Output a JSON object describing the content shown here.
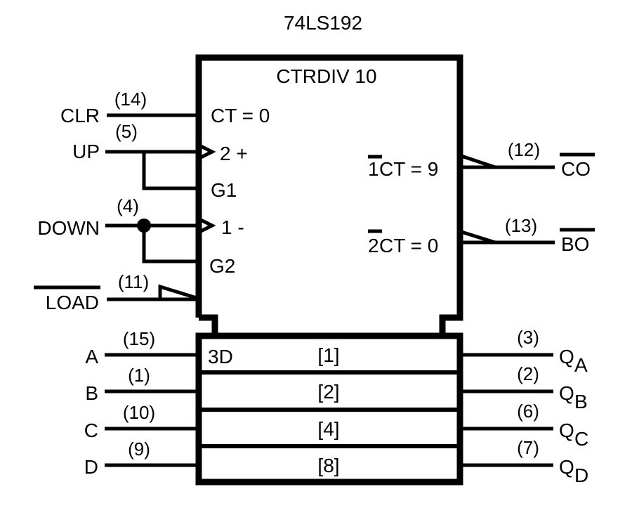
{
  "title": "74LS192",
  "block": {
    "name": "CTRDIV 10",
    "clear_label": "CT = 0",
    "up_label": "2 +",
    "g1_label": "G1",
    "down_label": "1 -",
    "g2_label": "G2",
    "co_condition_prefix": "1",
    "co_condition": "CT = 9",
    "bo_condition_prefix": "2",
    "bo_condition": "CT = 0",
    "load_label": "3D"
  },
  "inputs": {
    "clr": {
      "name": "CLR",
      "pin": "(14)"
    },
    "up": {
      "name": "UP",
      "pin": "(5)"
    },
    "down": {
      "name": "DOWN",
      "pin": "(4)"
    },
    "load": {
      "name": "LOAD",
      "pin": "(11)",
      "active_low": true
    }
  },
  "outputs": {
    "co": {
      "name": "CO",
      "pin": "(12)",
      "active_low": true
    },
    "bo": {
      "name": "BO",
      "pin": "(13)",
      "active_low": true
    }
  },
  "data_rows": [
    {
      "input": "A",
      "input_pin": "(15)",
      "weight": "[1]",
      "output": "Q",
      "output_sub": "A",
      "output_pin": "(3)"
    },
    {
      "input": "B",
      "input_pin": "(1)",
      "weight": "[2]",
      "output": "Q",
      "output_sub": "B",
      "output_pin": "(2)"
    },
    {
      "input": "C",
      "input_pin": "(10)",
      "weight": "[4]",
      "output": "Q",
      "output_sub": "C",
      "output_pin": "(6)"
    },
    {
      "input": "D",
      "input_pin": "(9)",
      "weight": "[8]",
      "output": "Q",
      "output_sub": "D",
      "output_pin": "(7)"
    }
  ]
}
